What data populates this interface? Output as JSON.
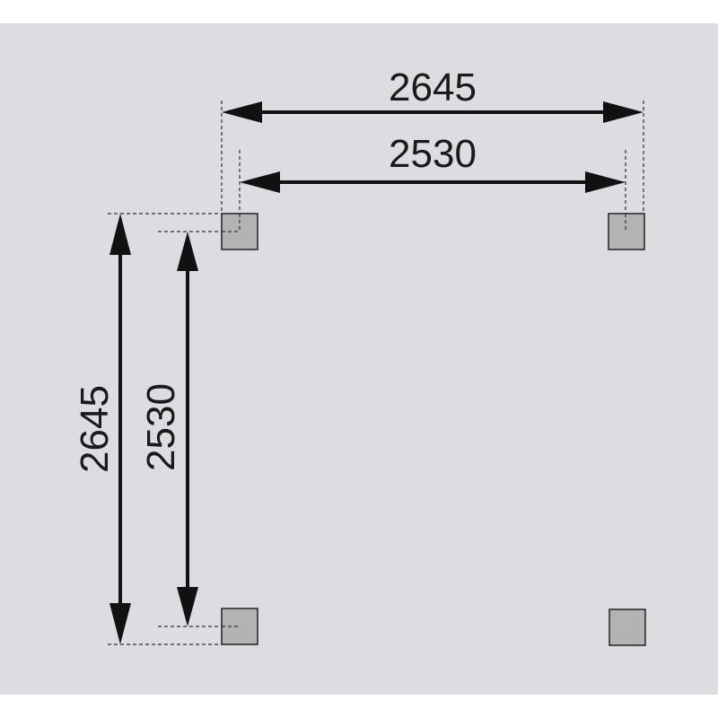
{
  "diagram": {
    "background_color": "#dcdde0",
    "post_color": "#b3b3b3",
    "line_color": "#111111",
    "dimensions": {
      "outer_width": "2645",
      "inner_width": "2530",
      "outer_depth": "2645",
      "inner_depth": "2530"
    }
  }
}
